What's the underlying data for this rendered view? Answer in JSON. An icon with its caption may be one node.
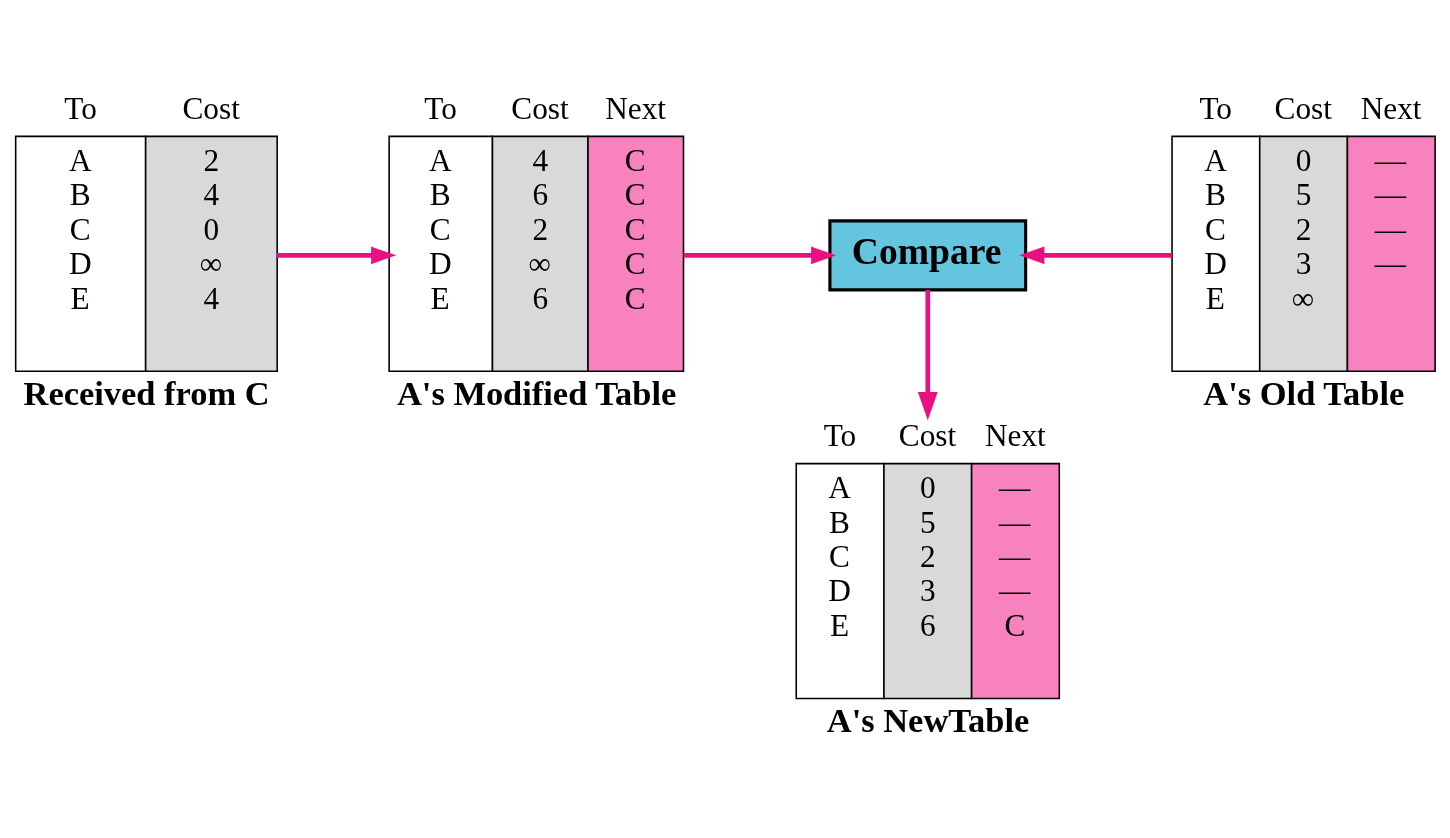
{
  "diagram": {
    "nodes": [
      {
        "text": [
          "To",
          "A B C D E",
          "Cost",
          "2 4 0 ∞ 4"
        ],
        "beside": [
          "Received from C"
        ]
      },
      {
        "text": [
          "To",
          "A B C D E",
          "Cost",
          "4 6 2 ∞ 6",
          "Next",
          "C C C C C"
        ],
        "beside": [
          "A's Modified Table"
        ]
      },
      {
        "text": [
          "Compare"
        ]
      },
      {
        "text": [
          "To",
          "A B C D E",
          "Cost",
          "0 5 2 3 ∞",
          "Next",
          "— — — —"
        ],
        "beside": [
          "A's Old Table"
        ]
      },
      {
        "text": [
          "To",
          "A B C D E",
          "Cost",
          "0 5 2 3 6",
          "Next",
          "— — — — C"
        ],
        "beside": [
          "A's NewTable"
        ]
      }
    ],
    "edges": [
      {
        "from": 0,
        "to": 1,
        "arrow": "to"
      },
      {
        "from": 1,
        "to": 2,
        "arrow": "to"
      },
      {
        "from": 3,
        "to": 2,
        "arrow": "to"
      },
      {
        "from": 2,
        "to": 4,
        "arrow": "to"
      }
    ]
  }
}
